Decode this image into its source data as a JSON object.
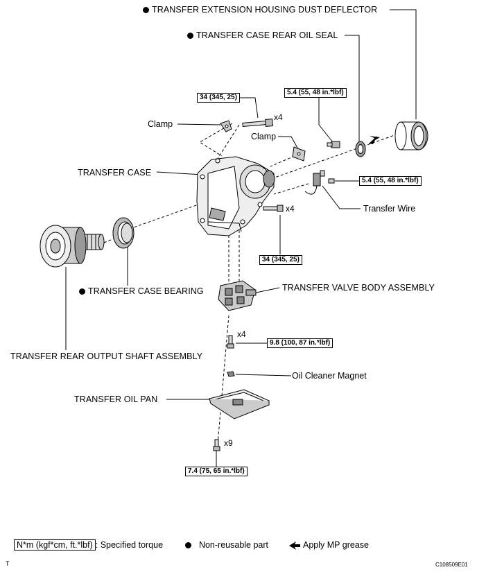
{
  "labels": {
    "dust_deflector": "TRANSFER EXTENSION HOUSING DUST DEFLECTOR",
    "rear_oil_seal": "TRANSFER CASE REAR OIL SEAL",
    "clamp_left": "Clamp",
    "clamp_right": "Clamp",
    "transfer_case": "TRANSFER CASE",
    "transfer_wire": "Transfer Wire",
    "case_bearing": "TRANSFER CASE BEARING",
    "valve_body": "TRANSFER VALVE BODY ASSEMBLY",
    "rear_output_shaft": "TRANSFER REAR OUTPUT SHAFT ASSEMBLY",
    "oil_cleaner_magnet": "Oil Cleaner Magnet",
    "oil_pan": "TRANSFER OIL PAN"
  },
  "torques": {
    "bolt_top": "34 (345, 25)",
    "plug_top": "5.4 (55, 48 in.*lbf)",
    "wire_bolt": "5.4 (55, 48 in.*lbf)",
    "bolt_lower": "34 (345, 25)",
    "valve_bolts": "9.8 (100, 87 in.*lbf)",
    "pan_bolts": "7.4 (75, 65 in.*lbf)"
  },
  "counts": {
    "bolt_top": "x4",
    "bolt_lower": "x4",
    "valve_bolts": "x4",
    "pan_bolts": "x9"
  },
  "legend": {
    "torque_unit": "N*m (kgf*cm, ft.*lbf)",
    "torque_text": ": Specified torque",
    "nonreusable_text": "Non-reusable part",
    "grease_text": "Apply MP grease"
  },
  "footer": {
    "left": "T",
    "right": "C108509E01"
  }
}
